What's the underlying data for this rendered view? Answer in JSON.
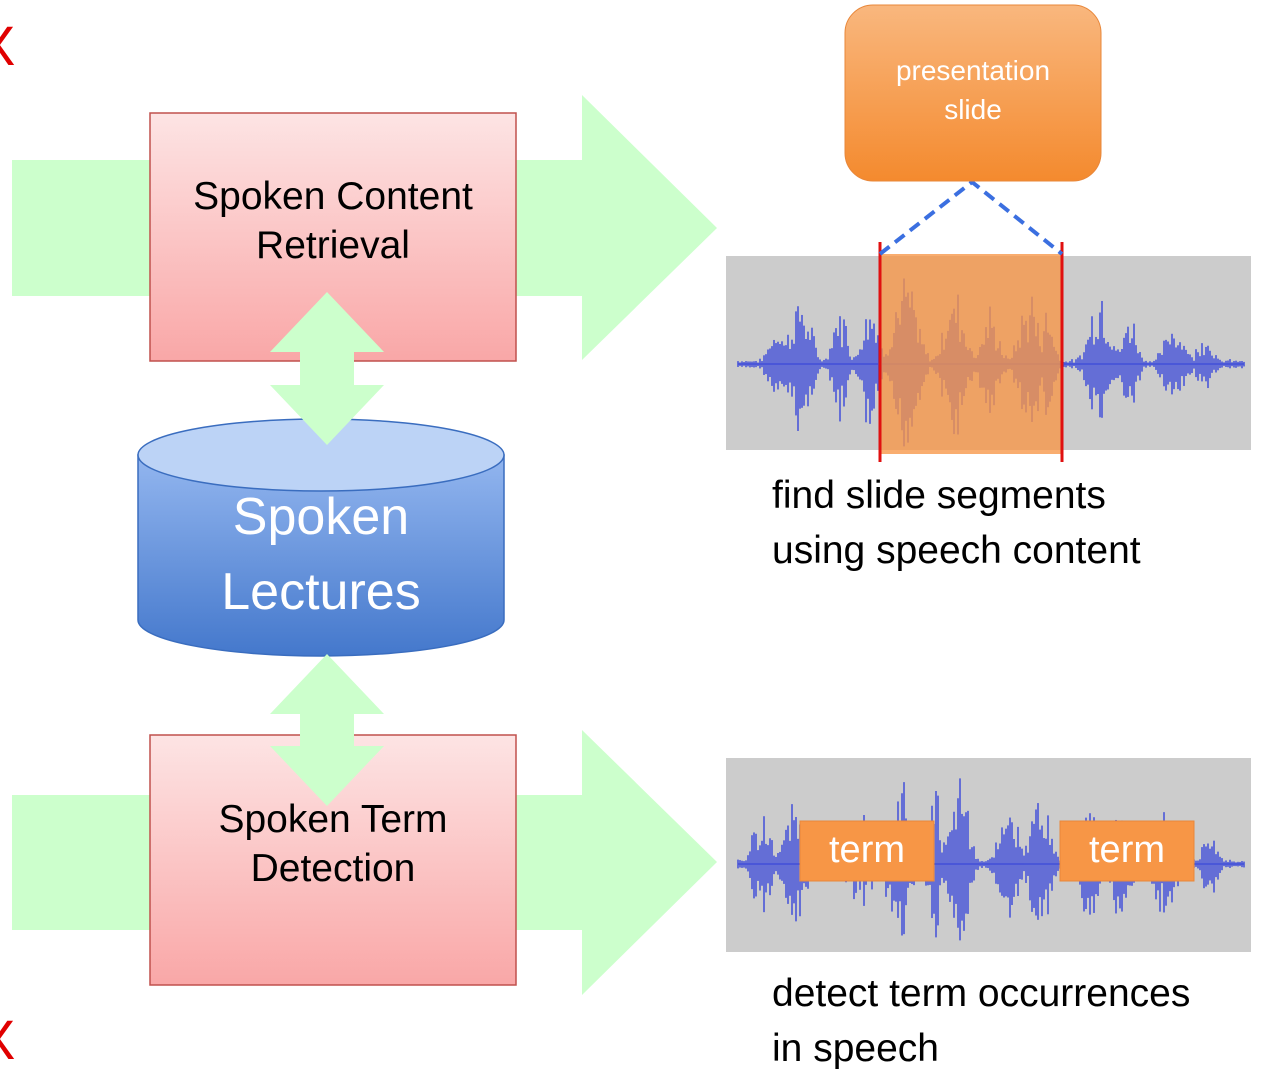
{
  "edge_marks": {
    "top": "X",
    "bottom": "X"
  },
  "retrieval_box": {
    "label": "Spoken Content\nRetrieval"
  },
  "detection_box": {
    "label": "Spoken Term\nDetection"
  },
  "database": {
    "label": "Spoken\nLectures"
  },
  "slide_box": {
    "label": "presentation\nslide"
  },
  "terms": [
    "term",
    "term"
  ],
  "captions": {
    "top": "find slide segments\nusing speech content",
    "bottom": "detect term occurrences\nin speech"
  },
  "colors": {
    "arrow_fill": "#ccffcc",
    "box_top": "#fde4e4",
    "box_bottom": "#f9a7a7",
    "box_border": "#c0504d",
    "db_top": "#b9d0f4",
    "db_body_top": "#8cb1ee",
    "db_body_bottom": "#4a7fd0",
    "db_border": "#3a6dbf",
    "orange": "#f79646",
    "waveform": "#4a57d8",
    "wave_bg": "#cccccc",
    "marker_red": "#e01010",
    "dash_blue": "#3b6fe0"
  }
}
